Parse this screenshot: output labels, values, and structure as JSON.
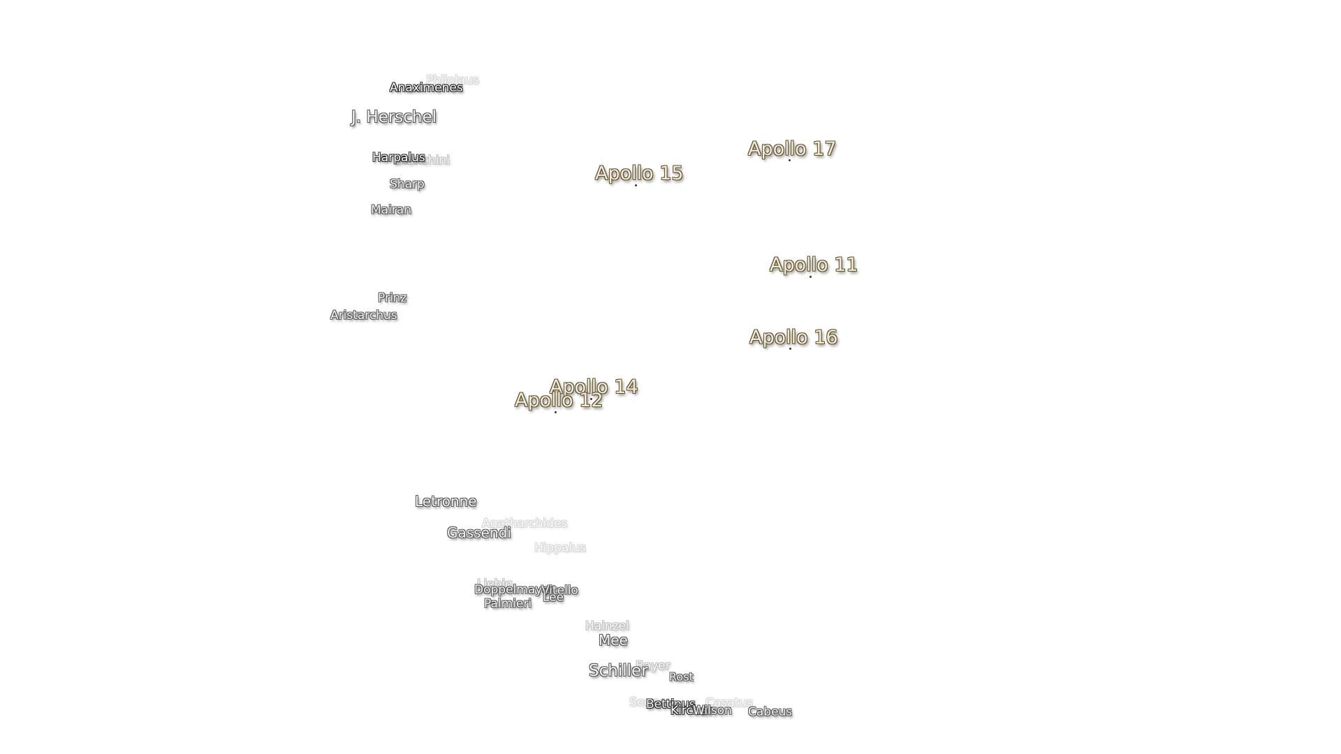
{
  "apollo_sites": [
    {
      "id": "apollo-17",
      "label": "Apollo 17"
    },
    {
      "id": "apollo-15",
      "label": "Apollo 15"
    },
    {
      "id": "apollo-11",
      "label": "Apollo 11"
    },
    {
      "id": "apollo-16",
      "label": "Apollo 16"
    },
    {
      "id": "apollo-14",
      "label": "Apollo 14"
    },
    {
      "id": "apollo-12",
      "label": "Apollo 12"
    }
  ],
  "craters": [
    {
      "id": "philolaus",
      "label": "Philolaus"
    },
    {
      "id": "anaximenes",
      "label": "Anaximenes"
    },
    {
      "id": "j-herschel",
      "label": "J. Herschel"
    },
    {
      "id": "bianchini",
      "label": "Bianchini"
    },
    {
      "id": "harpalus",
      "label": "Harpalus"
    },
    {
      "id": "sharp",
      "label": "Sharp"
    },
    {
      "id": "mairan",
      "label": "Mairan"
    },
    {
      "id": "prinz",
      "label": "Prinz"
    },
    {
      "id": "aristarchus",
      "label": "Aristarchus"
    },
    {
      "id": "letronne",
      "label": "Letronne"
    },
    {
      "id": "agatharchides",
      "label": "Agatharchides"
    },
    {
      "id": "gassendi",
      "label": "Gassendi"
    },
    {
      "id": "hippalus",
      "label": "Hippalus"
    },
    {
      "id": "lubbock",
      "label": "Liebig"
    },
    {
      "id": "doppelmayer",
      "label": "Doppelmayer"
    },
    {
      "id": "vitello",
      "label": "Vitello"
    },
    {
      "id": "lee",
      "label": "Lee"
    },
    {
      "id": "palmieri",
      "label": "Palmieri"
    },
    {
      "id": "hainzel",
      "label": "Hainzel"
    },
    {
      "id": "mee",
      "label": "Mee"
    },
    {
      "id": "bayer",
      "label": "Bayer"
    },
    {
      "id": "schiller",
      "label": "Schiller"
    },
    {
      "id": "rost",
      "label": "Rost"
    },
    {
      "id": "segner",
      "label": "Segner"
    },
    {
      "id": "bettinus",
      "label": "Bettinus"
    },
    {
      "id": "casatus",
      "label": "Casatus"
    },
    {
      "id": "kircher",
      "label": "Kircher"
    },
    {
      "id": "wilson",
      "label": "Wilson"
    },
    {
      "id": "cabeus",
      "label": "Cabeus"
    }
  ],
  "colors": {
    "background": "#ffffff",
    "apollo_fill": "#f3ead2",
    "apollo_outline": "#5a4e30",
    "crater_fill": "#f4f4f4",
    "crater_outline": "#555555"
  }
}
